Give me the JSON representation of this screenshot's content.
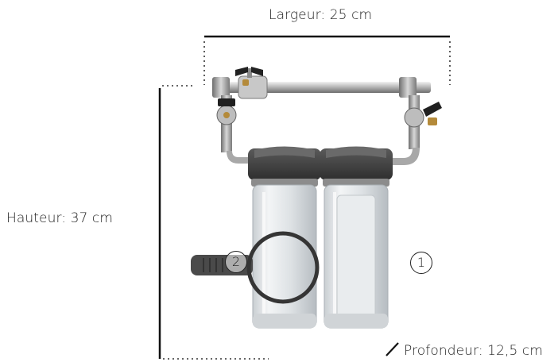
{
  "dimensions": {
    "width_label": "Largeur: 25 cm",
    "height_label": "Hauteur: 37 cm",
    "depth_label": "Profondeur: 12,5 cm"
  },
  "markers": [
    {
      "id": "1",
      "text": "1"
    },
    {
      "id": "2",
      "text": "2"
    }
  ],
  "colors": {
    "pipe": "#b9b9b9",
    "cap": "#3d3d3d",
    "housing": "#dfe3e6",
    "valve_handle": "#202020",
    "valve_accent": "#b48a3a",
    "wrench": "#4a4a4a"
  }
}
